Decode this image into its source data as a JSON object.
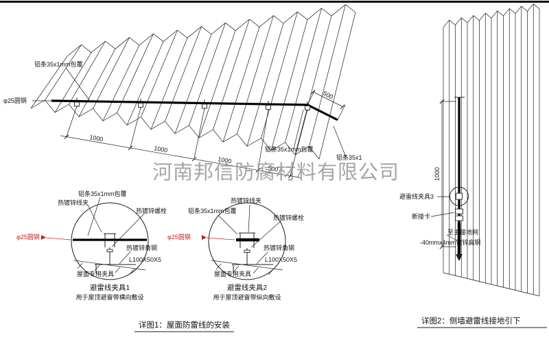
{
  "page": {
    "watermark": "河南邦信防腐材料有限公司",
    "caption1": "详图1：屋面防雷线的安装",
    "caption2": "详图2：侧墙避雷线接地引下"
  },
  "colors": {
    "red": "#c42020",
    "line": "#1c1c1c",
    "watermark": "#8f8f8f"
  },
  "roof": {
    "labels": {
      "al_strip_top": "铝条35x1mm包覆",
      "round_steel": "φ25圆钢",
      "al_strip_bottom": "铝条35x1mm包覆",
      "al_strip_right": "铝条35x1",
      "dims": [
        "1000",
        "1000",
        "1000",
        "500"
      ],
      "dim_side": "500"
    }
  },
  "detail1": {
    "title": "避雷线夹具1",
    "subtitle": "用于屋顶避雷带横向敷设",
    "labels": {
      "al_strip": "铝条35x1mm包覆",
      "wire_clip": "热镀锌线夹",
      "bolt": "热镀锌螺栓",
      "round_steel": "φ25圆钢",
      "angle_steel": "热镀锌角钢",
      "angle_spec": "L100X50X5",
      "roof_fixture": "屋面专用夹具"
    }
  },
  "detail2": {
    "title": "避雷线夹具2",
    "subtitle": "用于屋顶避雷带纵向敷设",
    "labels": {
      "al_strip": "铝条35x1mm包覆",
      "wire_clip": "热镀锌线夹",
      "bolt": "热镀锌螺栓",
      "round_steel": "φ25圆钢",
      "angle_steel": "热镀锌角钢",
      "angle_spec": "L100X50X5",
      "roof_fixture": "屋面专用夹具"
    }
  },
  "wall": {
    "labels": {
      "dim": "1000",
      "clamp3": "避雷线夹具3",
      "disconnect": "断接卡",
      "to_ground": "至主接地网",
      "flat_steel": "-40mmx4mm镀锌扁钢"
    }
  }
}
